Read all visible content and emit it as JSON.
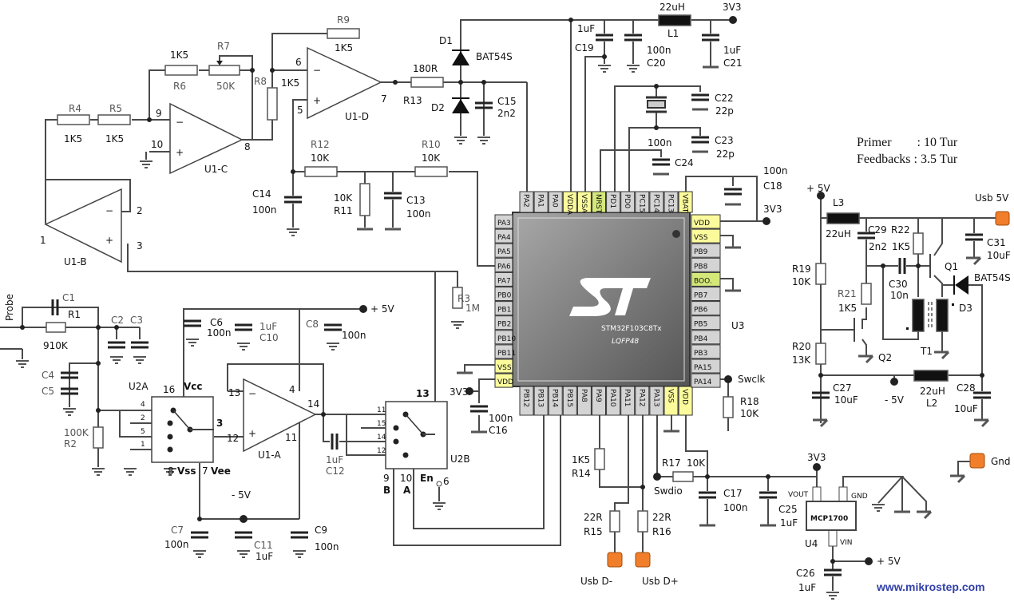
{
  "title": "STM32 Oscilloscope Probe Schematic",
  "website": "www.mikrostep.com",
  "notes": {
    "primer": "Primer        : 10 Tur",
    "feedback": "Feedbacks : 3.5 Tur"
  },
  "mcu": {
    "ref": "U3",
    "part": "STM32F103C8Tx",
    "package": "LQFP48",
    "pins_top": [
      "PA2",
      "PA1",
      "PA0",
      "VDDA",
      "VSSA",
      "NRST",
      "PD1",
      "PD0",
      "PC15",
      "PC14",
      "PC13",
      "VBAT"
    ],
    "pins_left": [
      "PA3",
      "PA4",
      "PA5",
      "PA6",
      "PA7",
      "PB0",
      "PB1",
      "PB2",
      "PB10",
      "PB11",
      "VSS",
      "VDD"
    ],
    "pins_right": [
      "VDD",
      "VSS",
      "PB9",
      "PB8",
      "BOO.",
      "PB7",
      "PB6",
      "PB5",
      "PB4",
      "PB3",
      "PA15",
      "PA14"
    ],
    "pins_bottom": [
      "PB12",
      "PB13",
      "PB14",
      "PB15",
      "PA8",
      "PA9",
      "PA10",
      "PA11",
      "PA12",
      "PA13",
      "VSS",
      "VDD"
    ],
    "pin_colors": {
      "normal": "#d4d4d4",
      "power": "#fbfb9c",
      "control": "#d4e87a"
    }
  },
  "opamps": [
    {
      "ref": "U1-A",
      "pins": [
        "13",
        "12",
        "14",
        "4",
        "11"
      ]
    },
    {
      "ref": "U1-B",
      "pins": [
        "2",
        "3",
        "1"
      ]
    },
    {
      "ref": "U1-C",
      "pins": [
        "9",
        "10",
        "8"
      ]
    },
    {
      "ref": "U1-D",
      "pins": [
        "6",
        "5",
        "7"
      ]
    }
  ],
  "switches": [
    {
      "ref": "U2A",
      "pins": [
        "4",
        "2",
        "5",
        "1",
        "3",
        "16",
        "8",
        "7"
      ],
      "labels": [
        "Vcc",
        "Vss",
        "Vee"
      ]
    },
    {
      "ref": "U2B",
      "pins": [
        "11",
        "15",
        "14",
        "12",
        "13",
        "9",
        "10",
        "6"
      ],
      "labels": [
        "B",
        "A",
        "En"
      ]
    }
  ],
  "resistors": [
    {
      "ref": "R1",
      "value": "910K"
    },
    {
      "ref": "R2",
      "value": "100K"
    },
    {
      "ref": "R3",
      "value": "1M"
    },
    {
      "ref": "R4",
      "value": "1K5"
    },
    {
      "ref": "R5",
      "value": "1K5"
    },
    {
      "ref": "R6",
      "value": "1K5"
    },
    {
      "ref": "R7",
      "value": "50K"
    },
    {
      "ref": "R8",
      "value": "1K5"
    },
    {
      "ref": "R9",
      "value": "1K5"
    },
    {
      "ref": "R10",
      "value": "10K"
    },
    {
      "ref": "R11",
      "value": "10K"
    },
    {
      "ref": "R12",
      "value": "10K"
    },
    {
      "ref": "R13",
      "value": "180R"
    },
    {
      "ref": "R14",
      "value": "1K5"
    },
    {
      "ref": "R15",
      "value": "22R"
    },
    {
      "ref": "R16",
      "value": "22R"
    },
    {
      "ref": "R17",
      "value": "10K"
    },
    {
      "ref": "R18",
      "value": "10K"
    },
    {
      "ref": "R19",
      "value": "10K"
    },
    {
      "ref": "R20",
      "value": "13K"
    },
    {
      "ref": "R21",
      "value": "1K5"
    },
    {
      "ref": "R22",
      "value": "1K5"
    }
  ],
  "capacitors": [
    {
      "ref": "C1",
      "value": ""
    },
    {
      "ref": "C2",
      "value": ""
    },
    {
      "ref": "C3",
      "value": ""
    },
    {
      "ref": "C4",
      "value": ""
    },
    {
      "ref": "C5",
      "value": ""
    },
    {
      "ref": "C6",
      "value": "100n"
    },
    {
      "ref": "C7",
      "value": "100n"
    },
    {
      "ref": "C8",
      "value": "100n"
    },
    {
      "ref": "C9",
      "value": "100n"
    },
    {
      "ref": "C10",
      "value": "1uF"
    },
    {
      "ref": "C11",
      "value": "1uF"
    },
    {
      "ref": "C12",
      "value": "1uF"
    },
    {
      "ref": "C13",
      "value": "100n"
    },
    {
      "ref": "C14",
      "value": "100n"
    },
    {
      "ref": "C15",
      "value": "2n2"
    },
    {
      "ref": "C16",
      "value": "100n"
    },
    {
      "ref": "C17",
      "value": "100n"
    },
    {
      "ref": "C18",
      "value": "100n"
    },
    {
      "ref": "C19",
      "value": "1uF"
    },
    {
      "ref": "C20",
      "value": "100n"
    },
    {
      "ref": "C21",
      "value": "1uF"
    },
    {
      "ref": "C22",
      "value": "22p"
    },
    {
      "ref": "C23",
      "value": "22p"
    },
    {
      "ref": "C24",
      "value": "100n"
    },
    {
      "ref": "C25",
      "value": "1uF"
    },
    {
      "ref": "C26",
      "value": "1uF"
    },
    {
      "ref": "C27",
      "value": "10uF"
    },
    {
      "ref": "C28",
      "value": "10uF"
    },
    {
      "ref": "C29",
      "value": "2n2"
    },
    {
      "ref": "C30",
      "value": "10n"
    },
    {
      "ref": "C31",
      "value": "10uF"
    }
  ],
  "inductors": [
    {
      "ref": "L1",
      "value": "22uH"
    },
    {
      "ref": "L2",
      "value": "22uH"
    },
    {
      "ref": "L3",
      "value": "22uH"
    }
  ],
  "diodes": [
    {
      "ref": "D1",
      "value": "BAT54S"
    },
    {
      "ref": "D2",
      "value": ""
    },
    {
      "ref": "D3",
      "value": "BAT54S"
    }
  ],
  "transistors": [
    {
      "ref": "Q1"
    },
    {
      "ref": "Q2"
    }
  ],
  "transformer": {
    "ref": "T1"
  },
  "regulator": {
    "ref": "U4",
    "part": "MCP1700",
    "pins": {
      "vout": "VOUT",
      "gnd": "GND",
      "vin": "VIN"
    }
  },
  "nets": {
    "p5v": "+ 5V",
    "m5v": "- 5V",
    "v33": "3V3",
    "swclk": "Swclk",
    "swdio": "Swdio",
    "probe": "Probe"
  },
  "connectors": [
    {
      "name": "usb_5v",
      "label": "Usb 5V"
    },
    {
      "name": "gnd",
      "label": "Gnd"
    },
    {
      "name": "usb_dm",
      "label": "Usb D-"
    },
    {
      "name": "usb_dp",
      "label": "Usb D+"
    }
  ]
}
